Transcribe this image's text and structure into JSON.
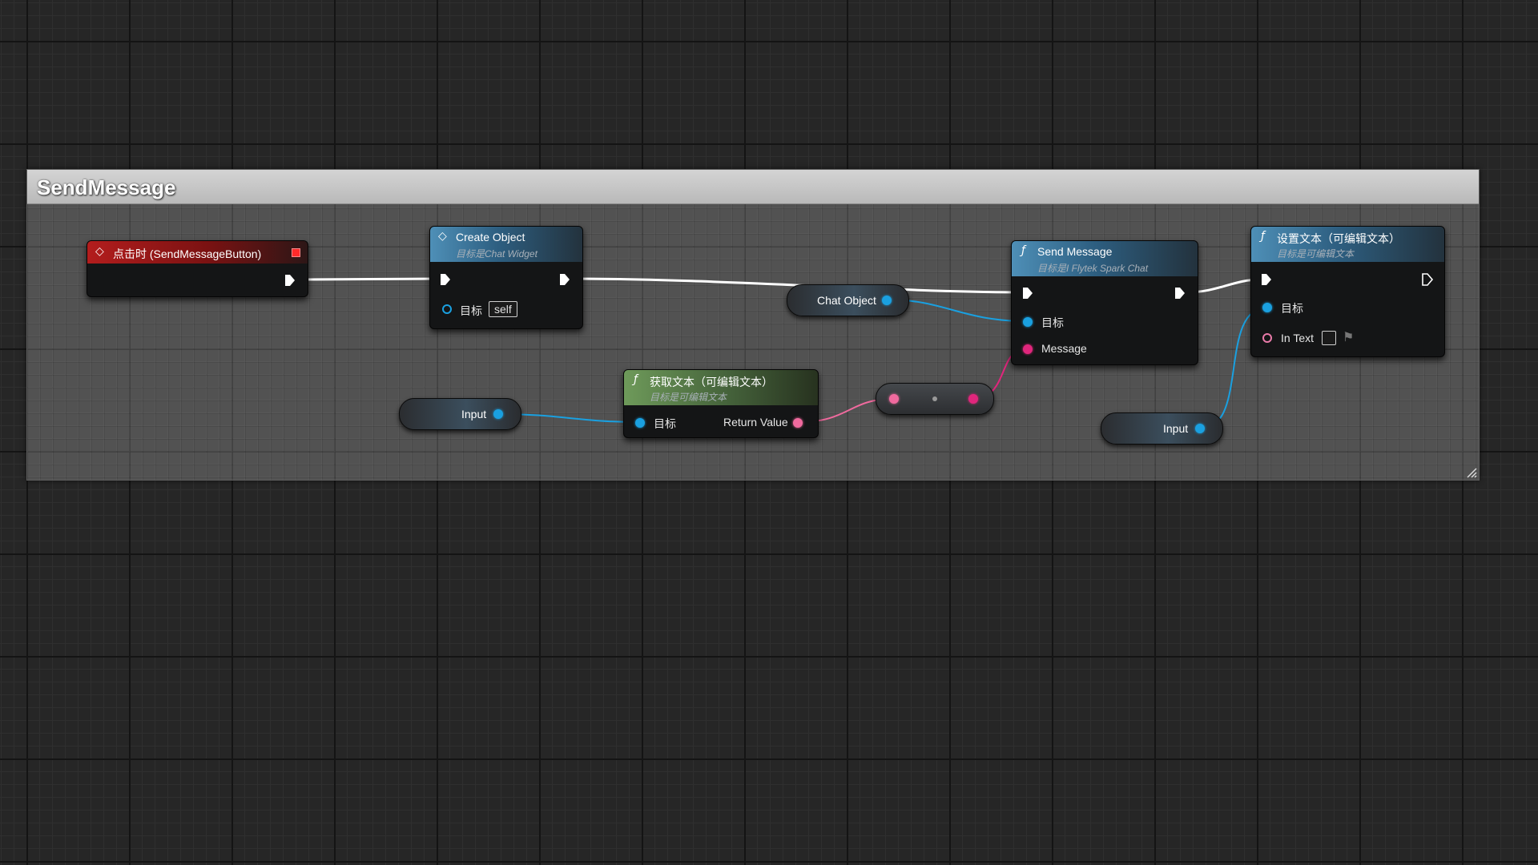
{
  "comment": {
    "title": "SendMessage"
  },
  "nodes": {
    "click_event": {
      "title": "点击时 (SendMessageButton)"
    },
    "create_object": {
      "title": "Create Object",
      "subtitle": "目标是Chat Widget",
      "target_label": "目标",
      "target_value": "self"
    },
    "chat_object_var": {
      "label": "Chat Object"
    },
    "get_text": {
      "title": "获取文本（可编辑文本）",
      "subtitle": "目标是可编辑文本",
      "target_label": "目标",
      "return_label": "Return Value"
    },
    "input_var_1": {
      "label": "Input"
    },
    "send_message": {
      "title": "Send Message",
      "subtitle": "目标是I Flytek Spark Chat",
      "target_label": "目标",
      "message_label": "Message"
    },
    "set_text": {
      "title": "设置文本（可编辑文本）",
      "subtitle": "目标是可编辑文本",
      "target_label": "目标",
      "in_text_label": "In Text"
    },
    "input_var_2": {
      "label": "Input"
    }
  },
  "colors": {
    "exec_wire": "#ffffff",
    "object_wire": "#1aa0e0",
    "text_wire": "#e0267c",
    "string_wire": "#f06a9e",
    "event_header": "#b31d1d",
    "function_header": "#4e8fb7",
    "pure_function_header": "#6e9a5a"
  },
  "icons": {
    "event": "event-diamond-icon",
    "function": "function-f-icon",
    "exec": "exec-pin-icon",
    "flag": "flag-icon"
  }
}
